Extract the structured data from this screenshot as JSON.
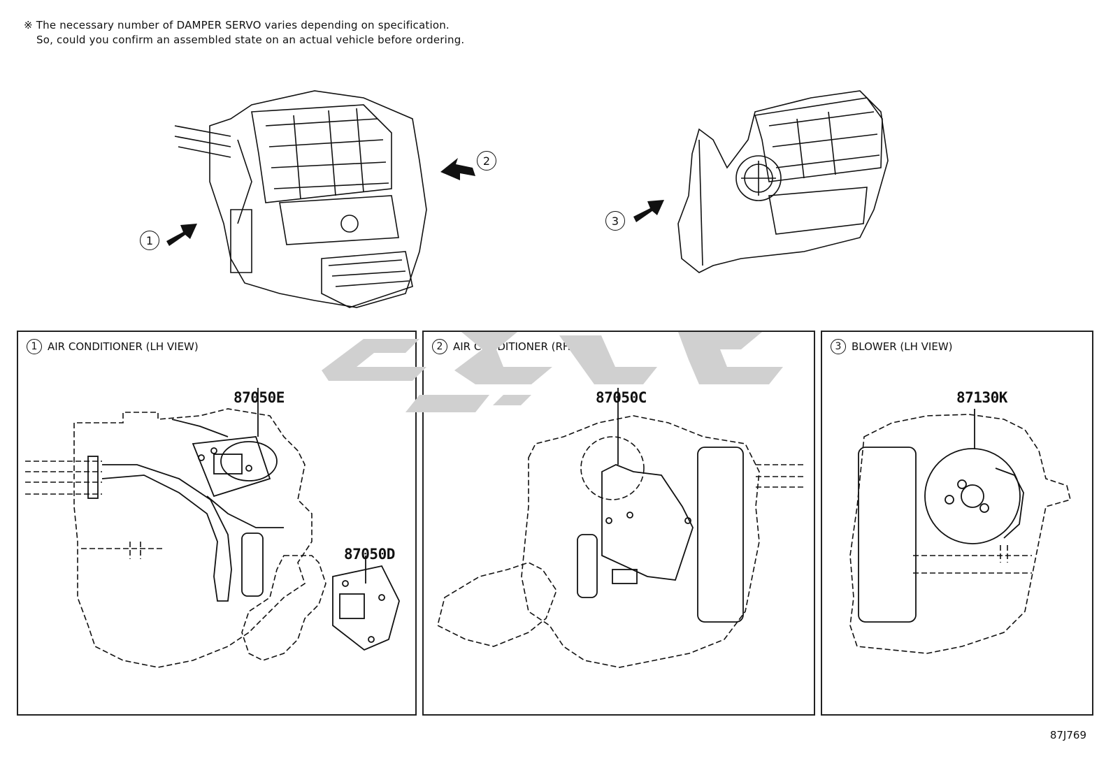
{
  "note": {
    "symbol": "※",
    "line1": "The necessary number of DAMPER SERVO varies depending on specification.",
    "line2": "So, could you confirm an assembled state on an actual vehicle before ordering."
  },
  "callouts": [
    {
      "num": "1"
    },
    {
      "num": "2"
    },
    {
      "num": "3"
    }
  ],
  "panels": [
    {
      "num": "1",
      "title": "AIR CONDITIONER (LH VIEW)",
      "parts": [
        "87050E",
        "87050D"
      ]
    },
    {
      "num": "2",
      "title": "AIR CONDITIONER (RH VIEW)",
      "parts": [
        "87050C"
      ]
    },
    {
      "num": "3",
      "title": "BLOWER (LH VIEW)",
      "parts": [
        "87130K"
      ]
    }
  ],
  "diagram_id": "87J769",
  "colors": {
    "line": "#111111",
    "watermark": "#d0d0d0"
  }
}
